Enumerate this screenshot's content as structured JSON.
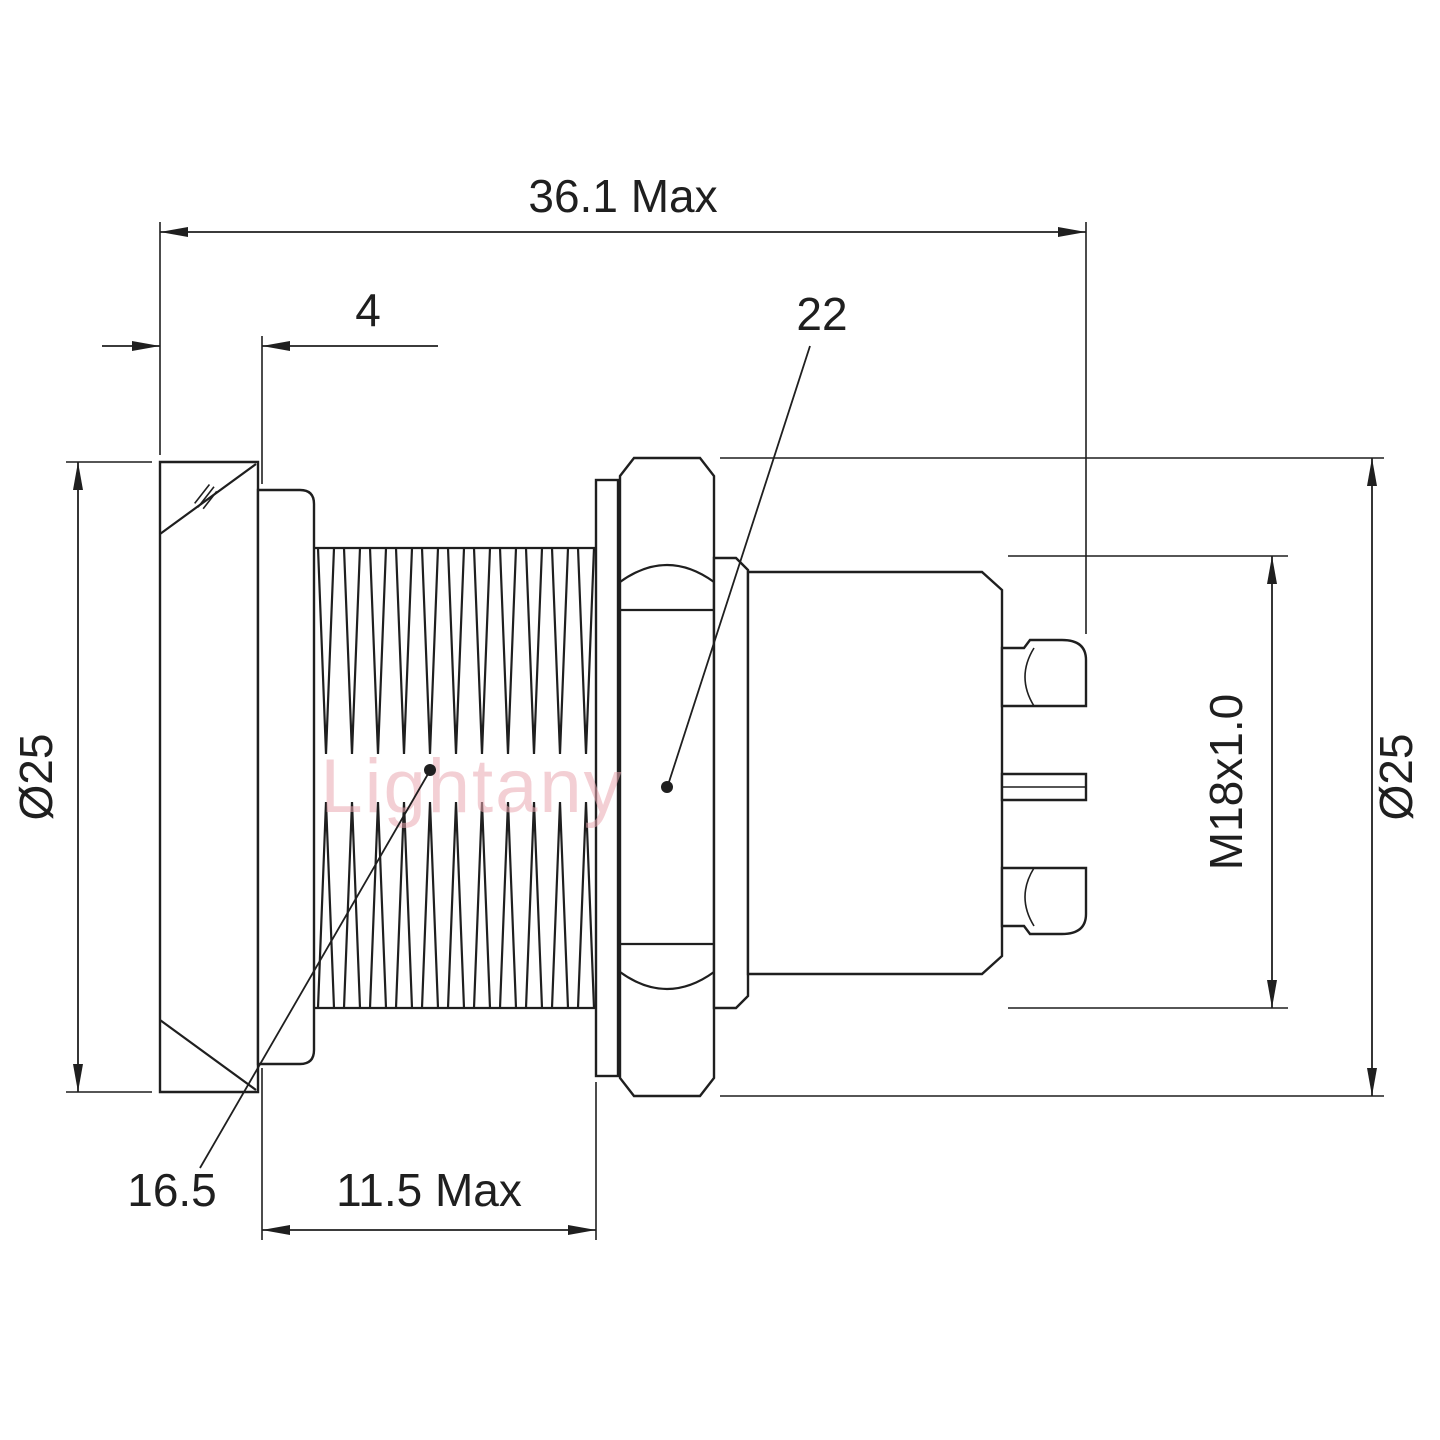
{
  "drawing": {
    "watermark": "Lightany",
    "background_color": "#ffffff",
    "line_color": "#1f1f1f",
    "watermark_color": "#eba8b2"
  },
  "dimensions": {
    "overall_length": {
      "label": "36.1 Max",
      "value": 36.1,
      "qualifier": "Max"
    },
    "flange_thickness": {
      "label": "4",
      "value": 4
    },
    "hex_across_flats": {
      "label": "22",
      "value": 22
    },
    "flange_diameter": {
      "label": "Ø25",
      "value": 25
    },
    "nut_diameter": {
      "label": "Ø25",
      "value": 25
    },
    "thread_spec": {
      "label": "M18x1.0"
    },
    "thread_ref": {
      "label": "16.5",
      "value": 16.5
    },
    "thread_length": {
      "label": "11.5 Max",
      "value": 11.5,
      "qualifier": "Max"
    }
  }
}
